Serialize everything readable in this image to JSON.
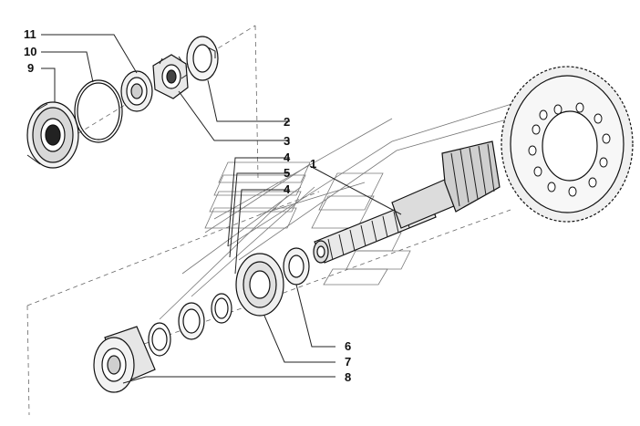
{
  "callouts": [
    {
      "id": "c11",
      "text": "11"
    },
    {
      "id": "c10",
      "text": "10"
    },
    {
      "id": "c9",
      "text": "9"
    },
    {
      "id": "c2",
      "text": "2"
    },
    {
      "id": "c3",
      "text": "3"
    },
    {
      "id": "c4a",
      "text": "4"
    },
    {
      "id": "c1",
      "text": "1"
    },
    {
      "id": "c5",
      "text": "5"
    },
    {
      "id": "c4b",
      "text": "4"
    },
    {
      "id": "c6",
      "text": "6"
    },
    {
      "id": "c7",
      "text": "7"
    },
    {
      "id": "c8",
      "text": "8"
    }
  ]
}
